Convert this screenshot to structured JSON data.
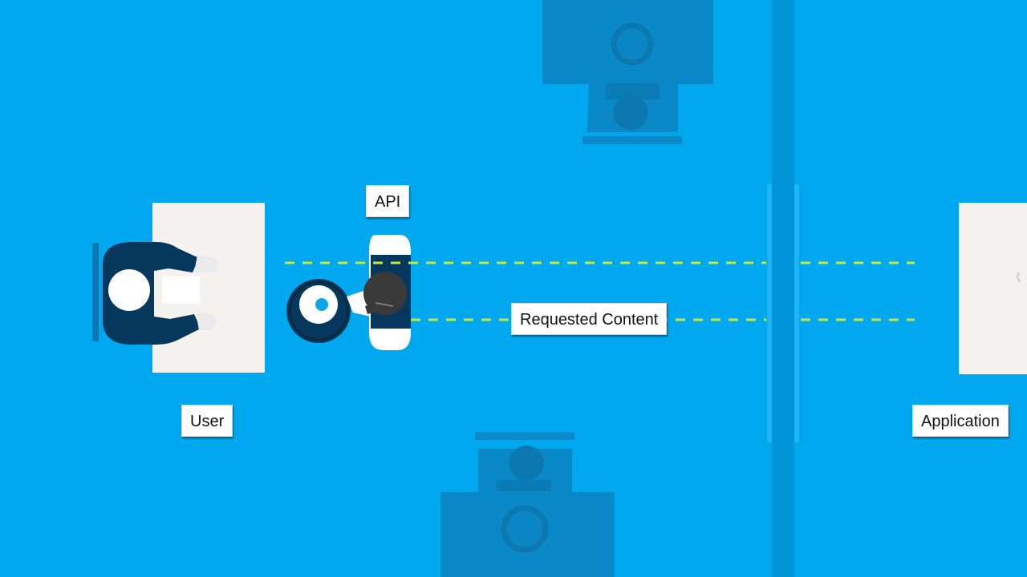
{
  "labels": {
    "api": "API",
    "requested_content": "Requested Content",
    "user": "User",
    "application": "Application"
  },
  "colors": {
    "background": "#00a8f0",
    "wall": "#0092d6",
    "faded_figure": "#0a86c4",
    "figure_dark": "#05385c",
    "desk": "#f4f1ee",
    "dashed_line": "#c8e63c"
  },
  "icons": [
    "user-figure-icon",
    "waiter-figure-icon",
    "serving-tray-icon",
    "faded-figure-icon",
    "desk-icon"
  ]
}
